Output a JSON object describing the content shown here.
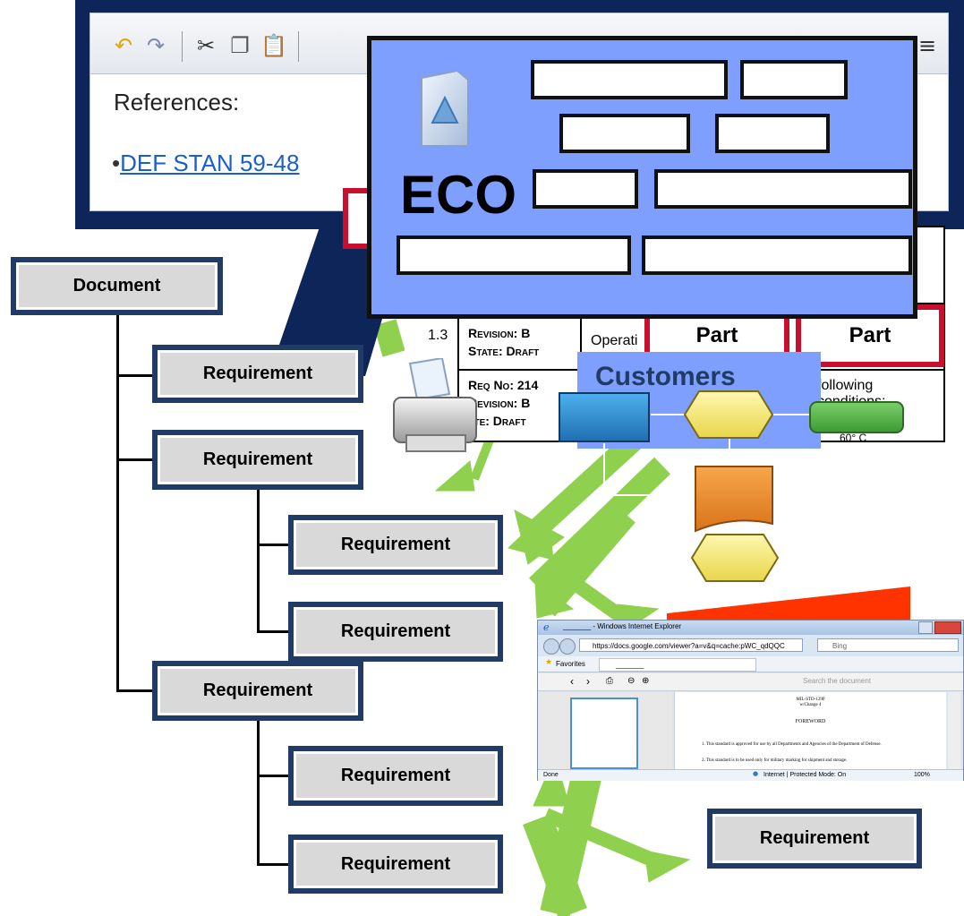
{
  "editor": {
    "references_label": "References:",
    "bullet": "•",
    "reference_link": "DEF STAN 59-48",
    "toolbar_icons": [
      "undo-icon",
      "redo-icon",
      "cut-icon",
      "copy-icon",
      "paste-icon",
      "menu-icon"
    ]
  },
  "eco_card": {
    "label": "ECO",
    "icon": "document-icon"
  },
  "part_boxes": [
    {
      "label": "Part"
    },
    {
      "label": "Part"
    }
  ],
  "table": {
    "row1": {
      "id_partial": "1.3",
      "revision": "Revision: B",
      "state": "State: Draft",
      "text": "Operati"
    },
    "row2": {
      "req_no": "Req No: 214",
      "revision": "Revision: B",
      "state": "ate: Draft",
      "text": "following conditions:",
      "value": "60° C"
    }
  },
  "customers_label": "Customers",
  "tree": {
    "root": "Document",
    "nodes": [
      "Requirement",
      "Requirement",
      "Requirement",
      "Requirement",
      "Requirement",
      "Requirement",
      "Requirement"
    ],
    "detached": "Requirement"
  },
  "browser": {
    "title": "_______ - Windows Internet Explorer",
    "url": "https://docs.google.com/viewer?a=v&q=cache:pWC_qdQQC",
    "search_engine": "Bing",
    "favorites": "Favorites",
    "tab_title": "_______",
    "search_placeholder": "Search the document",
    "doc_header1": "MIL-STD-129P",
    "doc_header2": "w/Change 4",
    "doc_heading": "FOREWORD",
    "doc_para1": "1.  This standard is approved for use by all Departments and Agencies of the Department of Defense.",
    "doc_para2": "2.  This standard is to be used only for military marking for shipment and storage.",
    "status_left": "Done",
    "status_mid": "Internet | Protected Mode: On",
    "zoom": "100%"
  },
  "colors": {
    "navy": "#1f3b66",
    "dark_navy": "#0d2559",
    "eco_blue": "#7f9fff",
    "red": "#c8102e",
    "arrow_green": "#8fd14f",
    "orange_red": "#ff3300"
  }
}
